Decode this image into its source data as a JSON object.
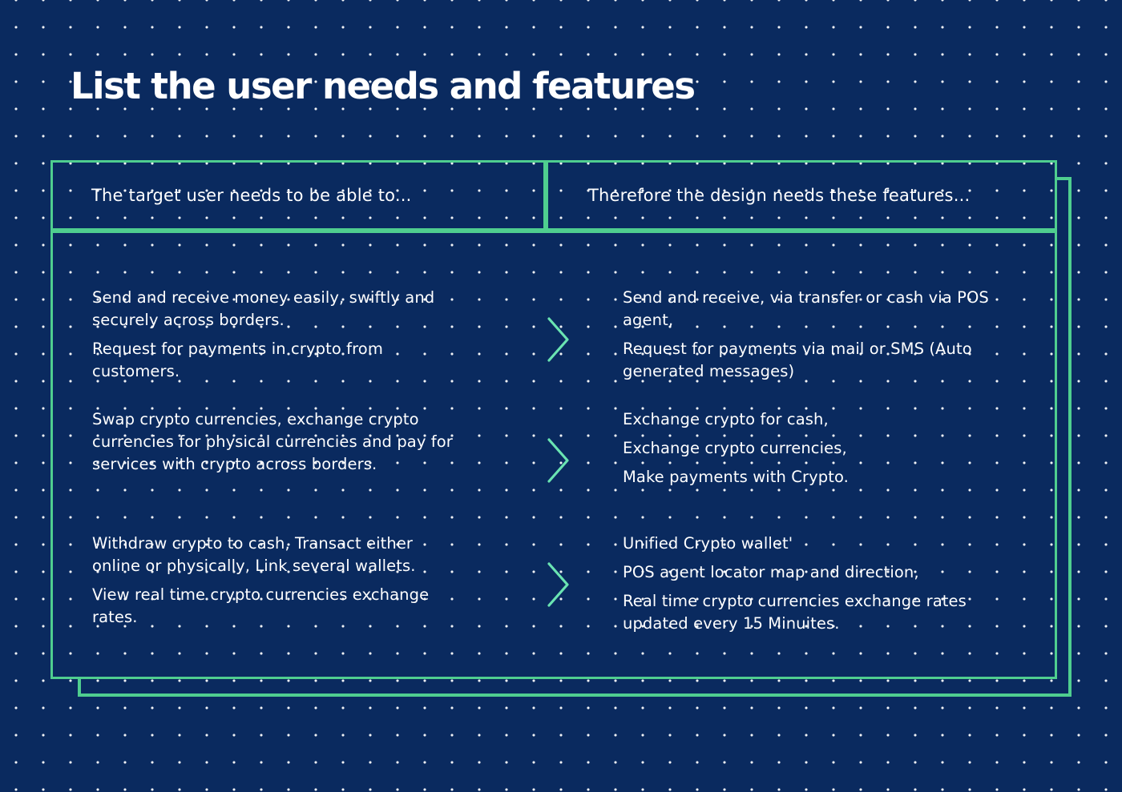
{
  "title": "List the user needs and features",
  "colors": {
    "background": "#0a2a5f",
    "frame_green": "#4fce8f",
    "chevron_mint": "#6ae4b2",
    "text": "#ffffff"
  },
  "table": {
    "needs_header": "The target user needs to be able to...",
    "features_header": "Therefore the design needs these features...",
    "rows": [
      {
        "needs": [
          {
            "lines": [
              "Send and receive money easily, swiftly and",
              "securely across borders."
            ]
          },
          {
            "lines": [
              "Request for payments in crypto from",
              "customers."
            ]
          }
        ],
        "features": [
          {
            "lines": [
              "Send and receive, via transfer or cash via POS",
              "agent,"
            ]
          },
          {
            "lines": [
              "Request for payments via mail or SMS (Auto",
              "generated messages)"
            ]
          }
        ]
      },
      {
        "needs": [
          {
            "lines": [
              "Swap crypto currencies, exchange crypto",
              "currencies for physical currencies and pay for",
              "services with crypto across borders."
            ]
          }
        ],
        "features": [
          {
            "lines": [
              "Exchange crypto for cash,"
            ]
          },
          {
            "lines": [
              "Exchange crypto currencies,"
            ]
          },
          {
            "lines": [
              "Make payments with Crypto."
            ]
          }
        ]
      },
      {
        "needs": [
          {
            "lines": [
              "Withdraw crypto to cash, Transact either",
              "online or physically, Link several wallets."
            ]
          },
          {
            "lines": [
              "View real time crypto currencies exchange",
              "rates."
            ]
          }
        ],
        "features": [
          {
            "lines": [
              "Unified Crypto wallet'"
            ]
          },
          {
            "lines": [
              "POS agent locator map and direction,"
            ]
          },
          {
            "lines": [
              "Real time crypto currencies exchange rates",
              "updated every 15 Minuites."
            ]
          }
        ]
      }
    ]
  }
}
